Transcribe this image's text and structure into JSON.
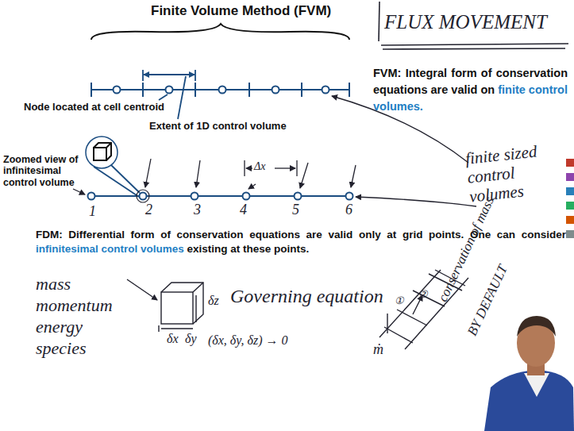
{
  "diagram": {
    "title": "Finite Volume Method (FVM)",
    "labels": [
      "FLUX MOVEMENT",
      "FVM: Integral form of conservation equations are valid on",
      "finite control volumes.",
      "Node located at cell centroid",
      "Extent of 1D control volume",
      "Zoomed view of infinitesimal control volume",
      "finite sized control volumes",
      "1",
      "2",
      "3",
      "4",
      "5",
      "6",
      "Δx",
      "FDM: Differential form of conservation equations are valid only at grid points. One can consider",
      "infinitesimal control volumes",
      "existing at these points.",
      "mass",
      "momentum",
      "energy",
      "species",
      "δz",
      "δx",
      "δy",
      "(δx, δy, δz) → 0",
      "Governing equation",
      "①",
      "②",
      "ṁ",
      "conservation of mass",
      "BY DEFAULT"
    ]
  }
}
